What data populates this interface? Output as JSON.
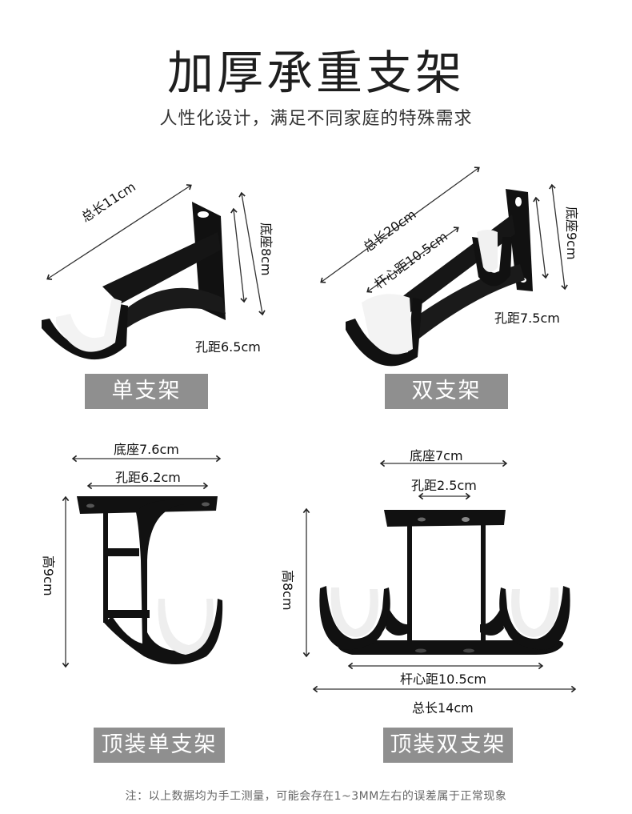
{
  "header": {
    "title": "加厚承重支架",
    "subtitle": "人性化设计，满足不同家庭的特殊需求"
  },
  "products": [
    {
      "id": "single",
      "label": "单支架",
      "dimensions": {
        "total_length": "总长11cm",
        "base": "底座8cm",
        "hole_distance": "孔距6.5cm"
      }
    },
    {
      "id": "double",
      "label": "双支架",
      "dimensions": {
        "total_length": "总长20cm",
        "rod_center_distance": "杆心距10.5cm",
        "base": "底座9cm",
        "hole_distance": "孔距7.5cm"
      }
    },
    {
      "id": "ceiling-single",
      "label": "顶装单支架",
      "dimensions": {
        "base": "底座7.6cm",
        "hole_distance": "孔距6.2cm",
        "height": "高9cm"
      }
    },
    {
      "id": "ceiling-double",
      "label": "顶装双支架",
      "dimensions": {
        "base": "底座7cm",
        "hole_distance": "孔距2.5cm",
        "height": "高8cm",
        "rod_center_distance": "杆心距10.5cm",
        "total_length": "总长14cm"
      }
    }
  ],
  "footer": {
    "note": "注：以上数据均为手工测量，可能会存在1~3MM左右的误差属于正常现象"
  },
  "colors": {
    "label_bg": "#8f8f8f",
    "label_text": "#ffffff",
    "bracket": "#111111",
    "holder": "#f2f2f2"
  }
}
